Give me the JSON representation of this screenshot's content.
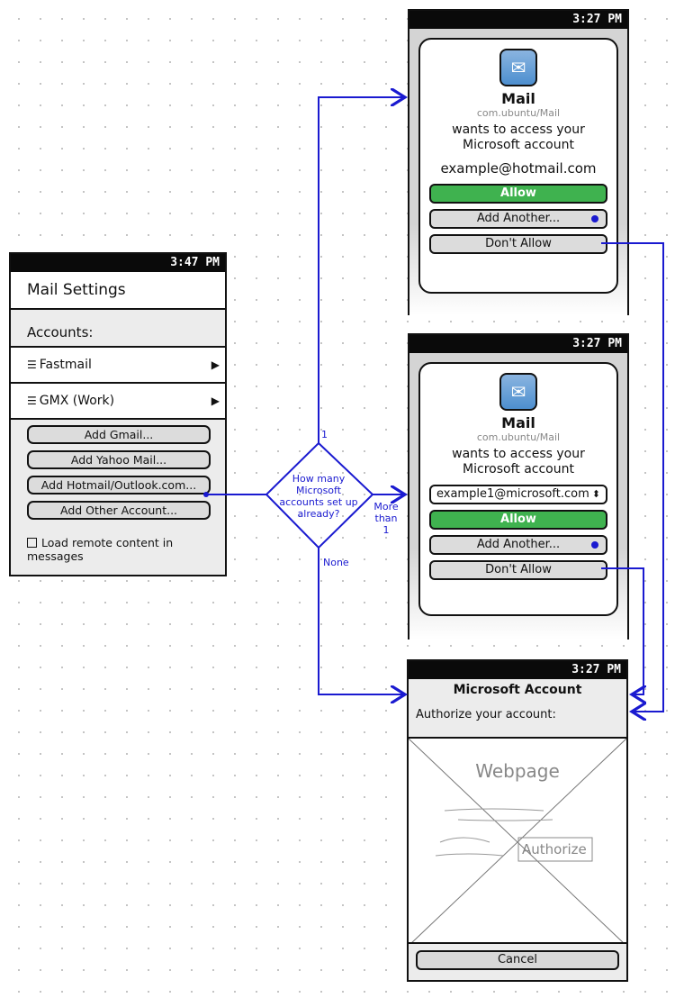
{
  "settings_screen": {
    "time": "3:47 PM",
    "title": "Mail Settings",
    "section_label": "Accounts:",
    "accounts": [
      {
        "icon": "account-stack-icon",
        "label": "Fastmail"
      },
      {
        "icon": "account-stack-icon",
        "label": "GMX (Work)"
      }
    ],
    "buttons": [
      "Add Gmail...",
      "Add Yahoo Mail...",
      "Add Hotmail/Outlook.com...",
      "Add Other Account..."
    ],
    "checkbox_label": "Load remote content in messages",
    "checkbox_checked": false
  },
  "decision": {
    "question": "How many Microsoft accounts set up already?",
    "branch_one": "1",
    "branch_more": "More than 1",
    "branch_none": "None"
  },
  "single_account_dialog": {
    "time": "3:27 PM",
    "app_icon": "mail-envelope-icon",
    "app_name": "Mail",
    "bundle": "com.ubuntu/Mail",
    "message": "wants to access your Microsoft account",
    "email": "example@hotmail.com",
    "allow_label": "Allow",
    "add_another_label": "Add Another...",
    "dont_allow_label": "Don't Allow"
  },
  "multi_account_dialog": {
    "time": "3:27 PM",
    "app_icon": "mail-envelope-icon",
    "app_name": "Mail",
    "bundle": "com.ubuntu/Mail",
    "message": "wants to access your Microsoft account",
    "selected_account": "example1@microsoft.com",
    "allow_label": "Allow",
    "add_another_label": "Add Another...",
    "dont_allow_label": "Don't Allow"
  },
  "auth_screen": {
    "time": "3:27 PM",
    "title": "Microsoft Account",
    "subtitle": "Authorize your account:",
    "webpage_label": "Webpage",
    "authorize_label": "Authorize",
    "cancel_label": "Cancel"
  },
  "colors": {
    "flow_line": "#1a1ad0",
    "allow_green": "#3fb24f",
    "status_bar": "#0a0a0a"
  }
}
